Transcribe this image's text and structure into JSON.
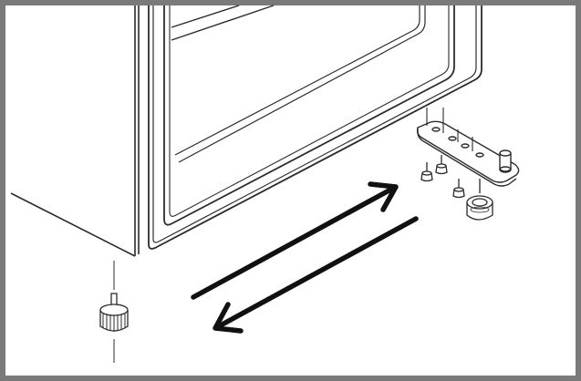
{
  "figure": {
    "frame_color": "#777777",
    "line_color": "#2b2b2b",
    "arrow_color": "#111111",
    "background": "#ffffff",
    "parts": [
      "appliance-cabinet",
      "door",
      "hinge-bracket",
      "hinge-screws",
      "hinge-pin",
      "leveling-foot",
      "adjustable-foot",
      "direction-arrows"
    ]
  }
}
